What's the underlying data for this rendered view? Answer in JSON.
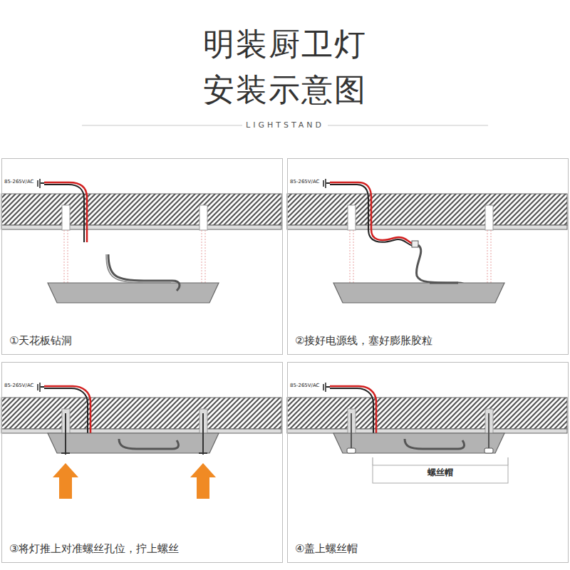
{
  "diagram": {
    "title": "明装厨卫灯 安装示意图",
    "nodes": [
      {
        "text": [
          "①天花板钻洞"
        ]
      },
      {
        "text": [
          "②接好电源线，塞好膨胀胶粒"
        ]
      },
      {
        "text": [
          "③将灯推上对准螺丝孔位，拧上螺丝"
        ]
      },
      {
        "text": [
          "④盖上螺丝帽"
        ]
      }
    ],
    "labels": [
      "LIGHTSTAND",
      "85-265V/AC",
      "85-265V/AC",
      "85-265V/AC",
      "85-265V/AC",
      "螺丝帽"
    ]
  }
}
